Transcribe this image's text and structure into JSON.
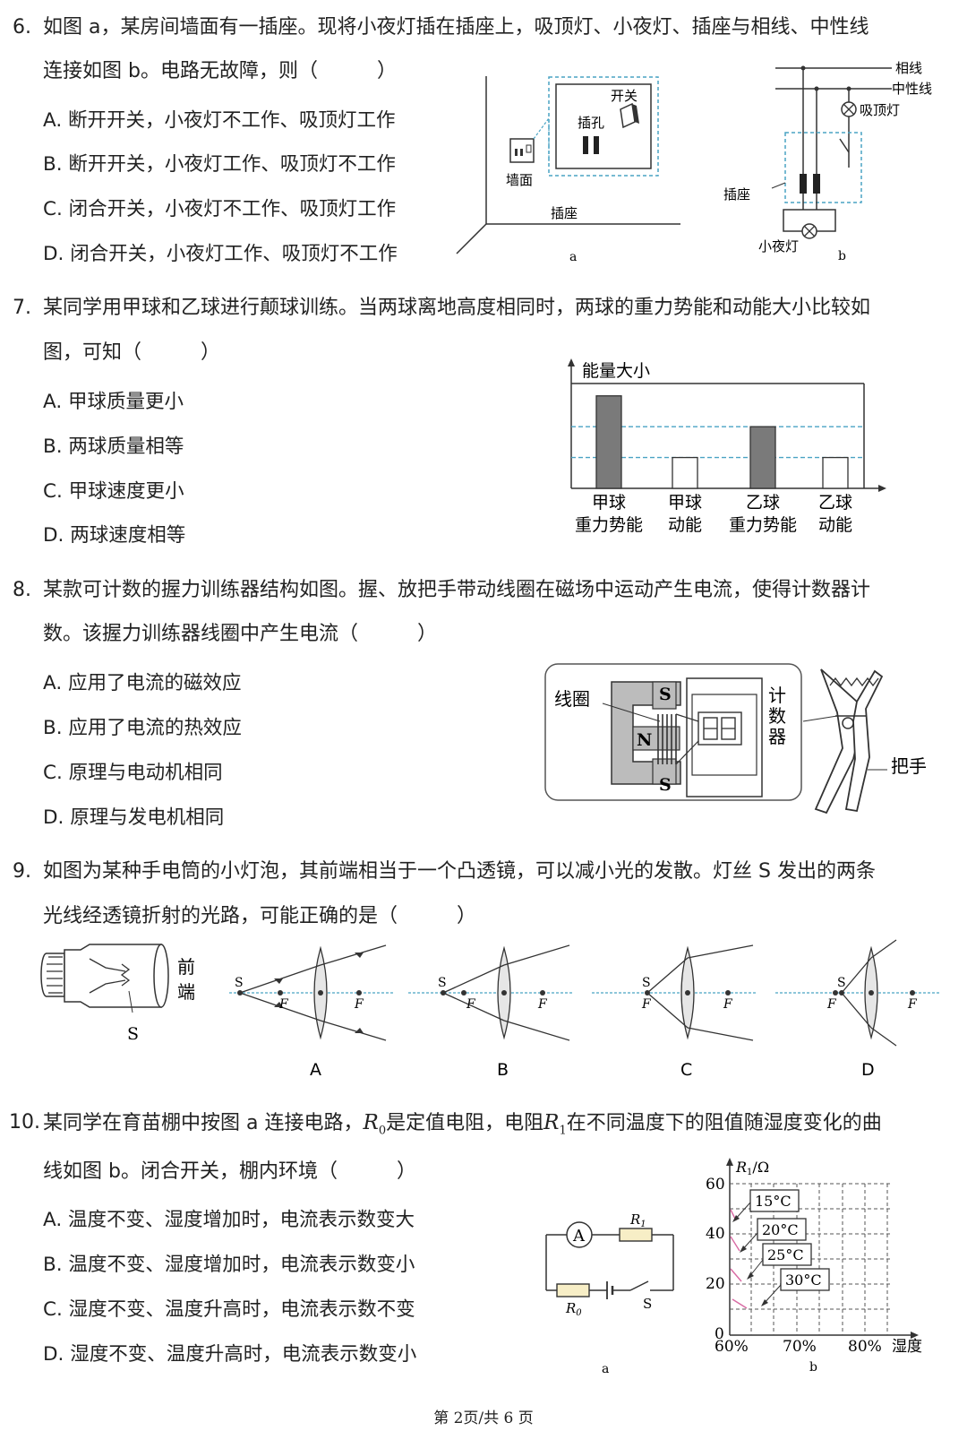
{
  "q6": {
    "num": "6.",
    "line1": "如图 a，某房间墙面有一插座。现将小夜灯插在插座上，吸顶灯、小夜灯、插座与相线、中性线",
    "line2": "连接如图 b。电路无故障，则（　　　）",
    "options": [
      "A.  断开开关，小夜灯不工作、吸顶灯工作",
      "B.  断开开关，小夜灯工作、吸顶灯不工作",
      "C.  闭合开关，小夜灯不工作、吸顶灯工作",
      "D.  闭合开关，小夜灯工作、吸顶灯不工作"
    ],
    "fig_a": {
      "switch": "开关",
      "socket_hole": "插孔",
      "wall": "墙面",
      "socket": "插座",
      "caption": "a"
    },
    "fig_b": {
      "live": "相线",
      "neutral": "中性线",
      "ceiling_lamp": "吸顶灯",
      "socket": "插座",
      "night_light": "小夜灯",
      "caption": "b"
    }
  },
  "q7": {
    "num": "7.",
    "line1": "某同学用甲球和乙球进行颠球训练。当两球离地高度相同时，两球的重力势能和动能大小比较如",
    "line2": "图，可知（　　　）",
    "options": [
      "A.  甲球质量更小",
      "B.  两球质量相等",
      "C.  甲球速度更小",
      "D.  两球速度相等"
    ]
  },
  "chart_data": {
    "type": "bar",
    "ylabel": "能量大小",
    "categories": [
      [
        "甲球",
        "重力势能"
      ],
      [
        "甲球",
        "动能"
      ],
      [
        "乙球",
        "重力势能"
      ],
      [
        "乙球",
        "动能"
      ]
    ],
    "values": [
      3,
      1,
      2,
      1
    ],
    "fills": [
      "#7a7a7a",
      "#ffffff",
      "#7a7a7a",
      "#ffffff"
    ],
    "reference_lines": [
      2,
      1
    ],
    "ylim": [
      0,
      3.4
    ]
  },
  "q8": {
    "num": "8.",
    "line1": "某款可计数的握力训练器结构如图。握、放把手带动线圈在磁场中运动产生电流，使得计数器计",
    "line2": "数。该握力训练器线圈中产生电流（　　　）",
    "options": [
      "A.  应用了电流的磁效应",
      "B.  应用了电流的热效应",
      "C.  原理与电动机相同",
      "D.  原理与发电机相同"
    ],
    "fig": {
      "coil": "线圈",
      "s_top": "S",
      "n": "N",
      "s_bottom": "S",
      "counter_chars": [
        "计",
        "数",
        "器"
      ],
      "handle": "把手"
    }
  },
  "q9": {
    "num": "9.",
    "line1": "如图为某种手电筒的小灯泡，其前端相当于一个凸透镜，可以减小光的发散。灯丝 S 发出的两条",
    "line2": "光线经透镜折射的光路，可能正确的是（　　　）",
    "bulb": {
      "front_chars": [
        "前",
        "端"
      ],
      "s": "S"
    },
    "diagrams": [
      {
        "caption": "A",
        "s": "S",
        "f": "F"
      },
      {
        "caption": "B",
        "s": "S",
        "f": "F"
      },
      {
        "caption": "C",
        "s": "S",
        "f": "F"
      },
      {
        "caption": "D",
        "s": "S",
        "f": "F"
      }
    ]
  },
  "q10": {
    "num": "10.",
    "line1a": "某同学在育苗棚中按图 a 连接电路，",
    "r0": "R",
    "r0sub": "0",
    "line1b": "是定值电阻，电阻",
    "r1": "R",
    "r1sub": "1",
    "line1c": "在不同温度下的阻值随湿度变化的曲",
    "line2": "线如图 b。闭合开关，棚内环境（　　　）",
    "options": [
      "A.  温度不变、湿度增加时，电流表示数变大",
      "B.  温度不变、湿度增加时，电流表示数变小",
      "C.  湿度不变、温度升高时，电流表示数不变",
      "D.  湿度不变、温度升高时，电流表示数变小"
    ],
    "circuit": {
      "ammeter": "A",
      "r1": "R",
      "r1sub": "1",
      "r0": "R",
      "r0sub": "0",
      "switch": "S",
      "caption": "a"
    },
    "graph": {
      "ylabel": "R",
      "ylabel_sub": "1",
      "ylabel_unit": "/Ω",
      "yticks": [
        "60",
        "40",
        "20",
        "0"
      ],
      "xticks": [
        "60%",
        "70%",
        "80%"
      ],
      "xlabel": "湿度",
      "labels": [
        "15°C",
        "20°C",
        "25°C",
        "30°C"
      ],
      "caption": "b"
    }
  },
  "footer": "第 2页/共 6 页"
}
